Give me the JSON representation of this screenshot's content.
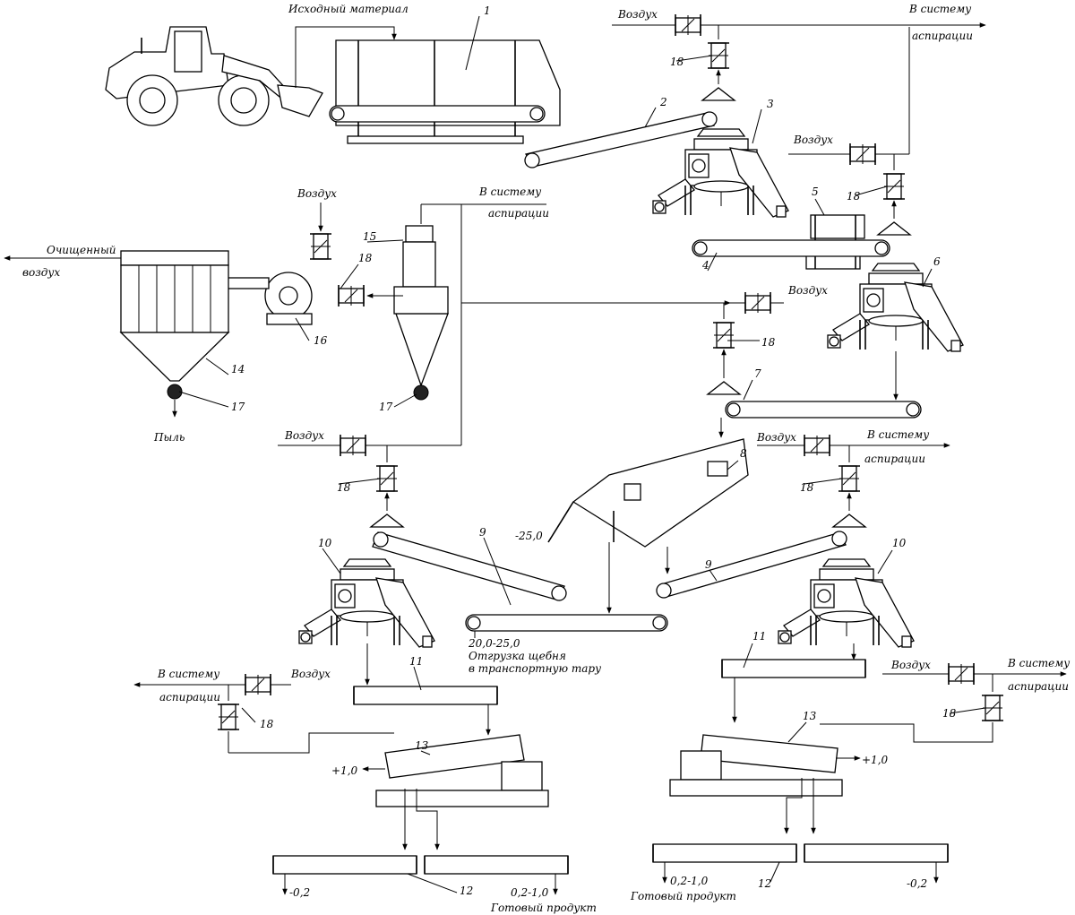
{
  "labels": {
    "source_material": "Исходный материал",
    "air": "Воздух",
    "to_system_1": "В систему",
    "to_system_2": "аспирации",
    "cleaned_air_1": "Очищенный",
    "cleaned_air_2": "воздух",
    "dust": "Пыль",
    "size_minus25": "-25,0",
    "size_20_25": "20,0-25,0",
    "shipping_1": "Отгрузка щебня",
    "shipping_2": "в транспортную тару",
    "size_plus1": "+1,0",
    "size_minus02": "-0,2",
    "size_02_1": "0,2-1,0",
    "finished_product": "Готовый продукт"
  },
  "numbers": [
    "1",
    "2",
    "3",
    "4",
    "5",
    "6",
    "7",
    "8",
    "9",
    "10",
    "11",
    "12",
    "13",
    "14",
    "15",
    "16",
    "17",
    "18"
  ]
}
